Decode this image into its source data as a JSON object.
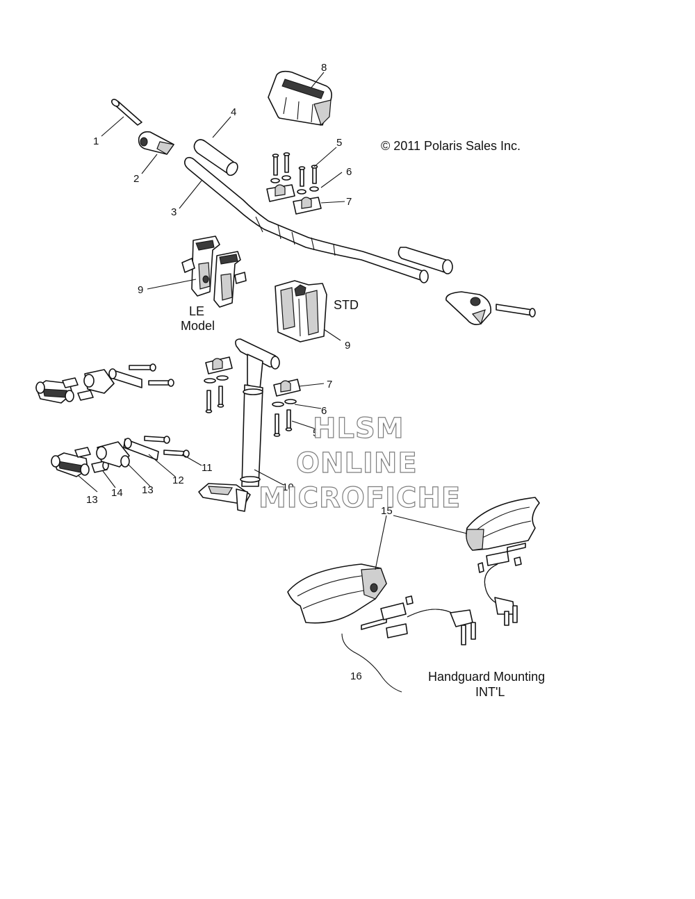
{
  "copyright": "© 2011 Polaris Sales Inc.",
  "variant_labels": {
    "le_line1": "LE",
    "le_line2": "Model",
    "std": "STD"
  },
  "handguard_caption": {
    "line1": "Handguard Mounting",
    "line2": "INT'L"
  },
  "watermark": {
    "line1": "HLSM",
    "line2": "ONLINE",
    "line3": "MICROFICHE"
  },
  "callouts": {
    "c1": "1",
    "c2": "2",
    "c3": "3",
    "c4": "4",
    "c5a": "5",
    "c5b": "5",
    "c6a": "6",
    "c6b": "6",
    "c7a": "7",
    "c7b": "7",
    "c8": "8",
    "c9a": "9",
    "c9b": "9",
    "c10": "10",
    "c11": "11",
    "c12": "12",
    "c13a": "13",
    "c13b": "13",
    "c14": "14",
    "c15": "15",
    "c16": "16"
  }
}
